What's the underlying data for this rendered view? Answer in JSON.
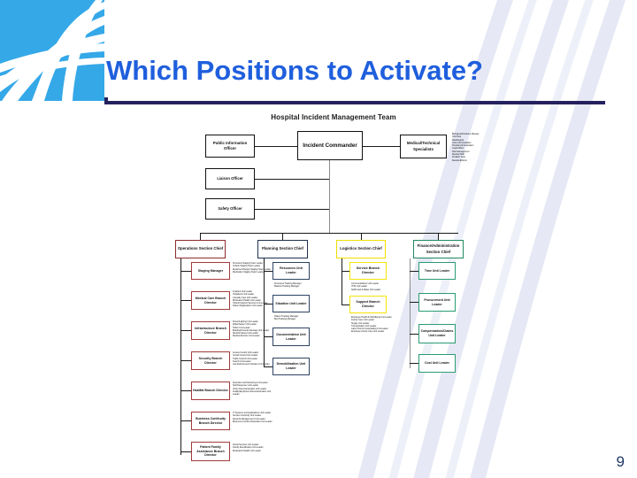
{
  "slide": {
    "title": "Which Positions to Activate?",
    "page_number": "9",
    "title_color": "#1f5fdd",
    "rule_color": "#25215e",
    "logo_color": "#35a8e8"
  },
  "chart": {
    "title": "Hospital Incident Management Team",
    "command": {
      "incident_commander": "Incident Commander",
      "public_information_officer": "Public Information Officer",
      "medical_technical_specialists": "Medical/Technical Specialists",
      "liaison_officer": "Liaison Officer",
      "safety_officer": "Safety Officer"
    },
    "specialist_list": [
      "Biological/Infectious Disease",
      "Chemical",
      "Radiological",
      "Clinic Administration",
      "Hospital Administration",
      "Legal Affairs",
      "Risk Management",
      "Medical Staff",
      "Pediatric Care",
      "Medical Ethicist"
    ],
    "sections": [
      {
        "key": "operations",
        "chief": "Operations Section Chief",
        "color": "#8c2b2b",
        "units": [
          {
            "label": "Staging Manager",
            "details": [
              "Personnel Staging Team Leader",
              "Vehicle Staging Team Leader",
              "Equipment/Supply Staging Team Leader",
              "Medication Staging Team Leader"
            ]
          },
          {
            "label": "Medical Care Branch Director",
            "details": [
              "Inpatient Unit Leader",
              "Outpatient Unit Leader",
              "Casualty Care Unit Leader",
              "Behavioral Health Unit Leader",
              "Clinical Support Services Unit Leader",
              "Patient Registration Unit Leader"
            ]
          },
          {
            "label": "Infrastructure Branch Director",
            "details": [
              "Power/Lighting Unit Leader",
              "Water/Sewer Unit Leader",
              "HVAC Unit Leader",
              "Building/Grounds Damage Unit Leader",
              "Medical Gases Unit Leader",
              "Medical Devices Unit Leader"
            ]
          },
          {
            "label": "Security Branch Director",
            "details": [
              "Access Control Unit Leader",
              "Crowd Control Unit Leader",
              "Traffic Control Unit Leader",
              "Search Unit Leader",
              "Law Enforcement Interface Unit Leader"
            ]
          },
          {
            "label": "HazMat Branch Director",
            "details": [
              "Detection and Monitoring Unit Leader",
              "Spill Response Unit Leader",
              "Victim Decontamination Unit Leader",
              "Facility/Equipment Decontamination Unit Leader"
            ]
          },
          {
            "label": "Business Continuity Branch Director",
            "details": [
              "IT Systems and Applications Unit Leader",
              "Service Continuity Unit Leader",
              "Records Management Unit Leader",
              "Business Function Relocation Unit Leader"
            ]
          },
          {
            "label": "Patient Family Assistance Branch Director",
            "details": [
              "Social Services Unit Leader",
              "Family Reunification Unit Leader",
              "Behavioral Health Unit Leader"
            ]
          }
        ]
      },
      {
        "key": "planning",
        "chief": "Planning Section Chief",
        "color": "#1f3050",
        "units": [
          {
            "label": "Resources Unit Leader",
            "details": [
              "Personnel Tracking Manager",
              "Materiel Tracking Manager"
            ]
          },
          {
            "label": "Situation Unit Leader",
            "details": [
              "Patient Tracking Manager",
              "Bed Tracking Manager"
            ]
          },
          {
            "label": "Documentation Unit Leader",
            "details": []
          },
          {
            "label": "Demobilization Unit Leader",
            "details": []
          }
        ]
      },
      {
        "key": "logistics",
        "chief": "Logistics Section Chief",
        "color": "#f0e000",
        "units": [
          {
            "label": "Service Branch Director",
            "details": [
              "Communications Unit Leader",
              "IT/IS Unit Leader",
              "Staff Food & Water Unit Leader"
            ]
          },
          {
            "label": "Support Branch Director",
            "details": [
              "Employee Health & Well-Being Unit Leader",
              "Family Care Unit Leader",
              "Supply Unit Leader",
              "Transportation Unit Leader",
              "Labor Pool & Credentialing Unit Leader",
              "Employee Family Care Unit Leader"
            ]
          }
        ]
      },
      {
        "key": "finance",
        "chief": "Finance/Administration Section Chief",
        "color": "#1f8a5f",
        "units": [
          {
            "label": "Time Unit Leader",
            "details": []
          },
          {
            "label": "Procurement Unit Leader",
            "details": []
          },
          {
            "label": "Compensation/Claims Unit Leader",
            "details": []
          },
          {
            "label": "Cost Unit Leader",
            "details": []
          }
        ]
      }
    ]
  }
}
